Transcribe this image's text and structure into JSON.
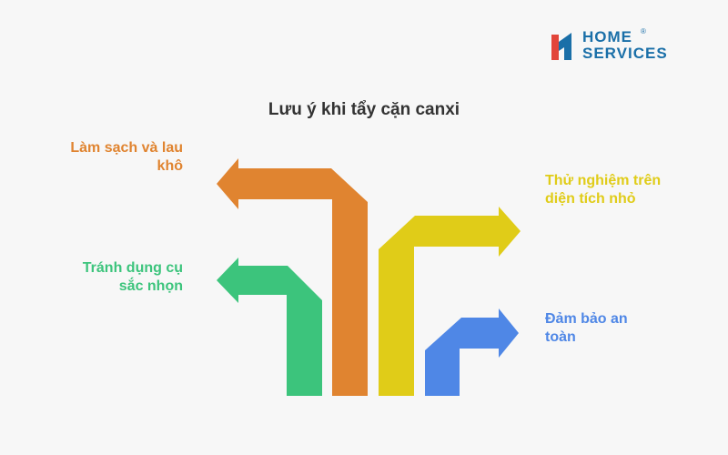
{
  "brand": {
    "line1": "HOME",
    "line2": "SERVICES",
    "mark": "®",
    "color": "#1a6fa8",
    "accent": "#e2453a"
  },
  "title": "Lưu ý khi tẩy cặn canxi",
  "items": [
    {
      "label": "Làm sạch và lau khô",
      "color": "#e08430",
      "direction": "left"
    },
    {
      "label": "Tránh dụng cụ sắc nhọn",
      "color": "#3cc47c",
      "direction": "left"
    },
    {
      "label": "Thử nghiệm trên diện tích nhỏ",
      "color": "#e0cc18",
      "direction": "right"
    },
    {
      "label": "Đảm bảo an toàn",
      "color": "#4f87e6",
      "direction": "right"
    }
  ]
}
